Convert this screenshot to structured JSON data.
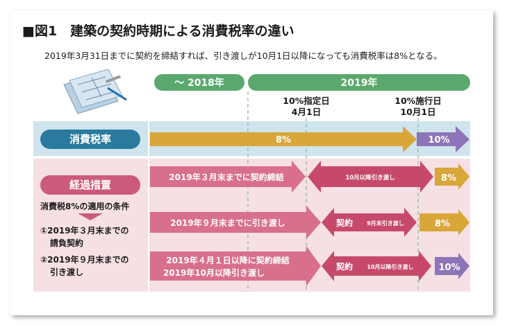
{
  "title": "■図1　建築の契約時期による消費税率の違い",
  "subtitle": "2019年3月31日までに契約を締結すれば、引き渡しが10月1日以降になっても消費税率は8%となる。",
  "timeline": {
    "period_2018": "〜 2018年",
    "period_2019": "2019年",
    "marker_designation_line1": "10%指定日",
    "marker_designation_line2": "4月1日",
    "marker_enforcement_line1": "10%施行日",
    "marker_enforcement_line2": "10月1日"
  },
  "tax_rate_row": {
    "label": "消費税率",
    "current_rate": "8%",
    "new_rate": "10%"
  },
  "transition": {
    "label": "経過措置",
    "conditions_heading": "消費税8%の適用の条件",
    "condition1_line1": "①2019年３月末までの",
    "condition1_line2": "請負契約",
    "condition2_line1": "②2019年９月末までの",
    "condition2_line2": "引き渡し",
    "row1_arrow": "2019年３月末までに契約締結",
    "row1_middle": "10月以降引き渡し",
    "row1_rate": "8%",
    "row2_arrow": "2019年９月末までに引き渡し",
    "row2_middle_main": "契約",
    "row2_middle_sub": "9月末引き渡し",
    "row2_rate": "8%",
    "row3_arrow_line1": "2019年４月１日以降に契約締結",
    "row3_arrow_line2": "2019年10月以降引き渡し",
    "row3_middle_main": "契約",
    "row3_middle_sub": "10月以降引き渡し",
    "row3_rate": "10%"
  },
  "colors": {
    "tax_band_bg": "#cfe4ec",
    "transition_bg": "#f6e0e4",
    "label_blue": "#2a7a9e",
    "label_pink": "#cc5a7a",
    "arrow_gold": "#d9a63a",
    "arrow_purple": "#8e74b8",
    "arrow_pink": "#d86f8b",
    "arrow_pink_dark": "#c7496a",
    "year_green": "#5aa86e",
    "dash_green": "#7dbf8a"
  }
}
